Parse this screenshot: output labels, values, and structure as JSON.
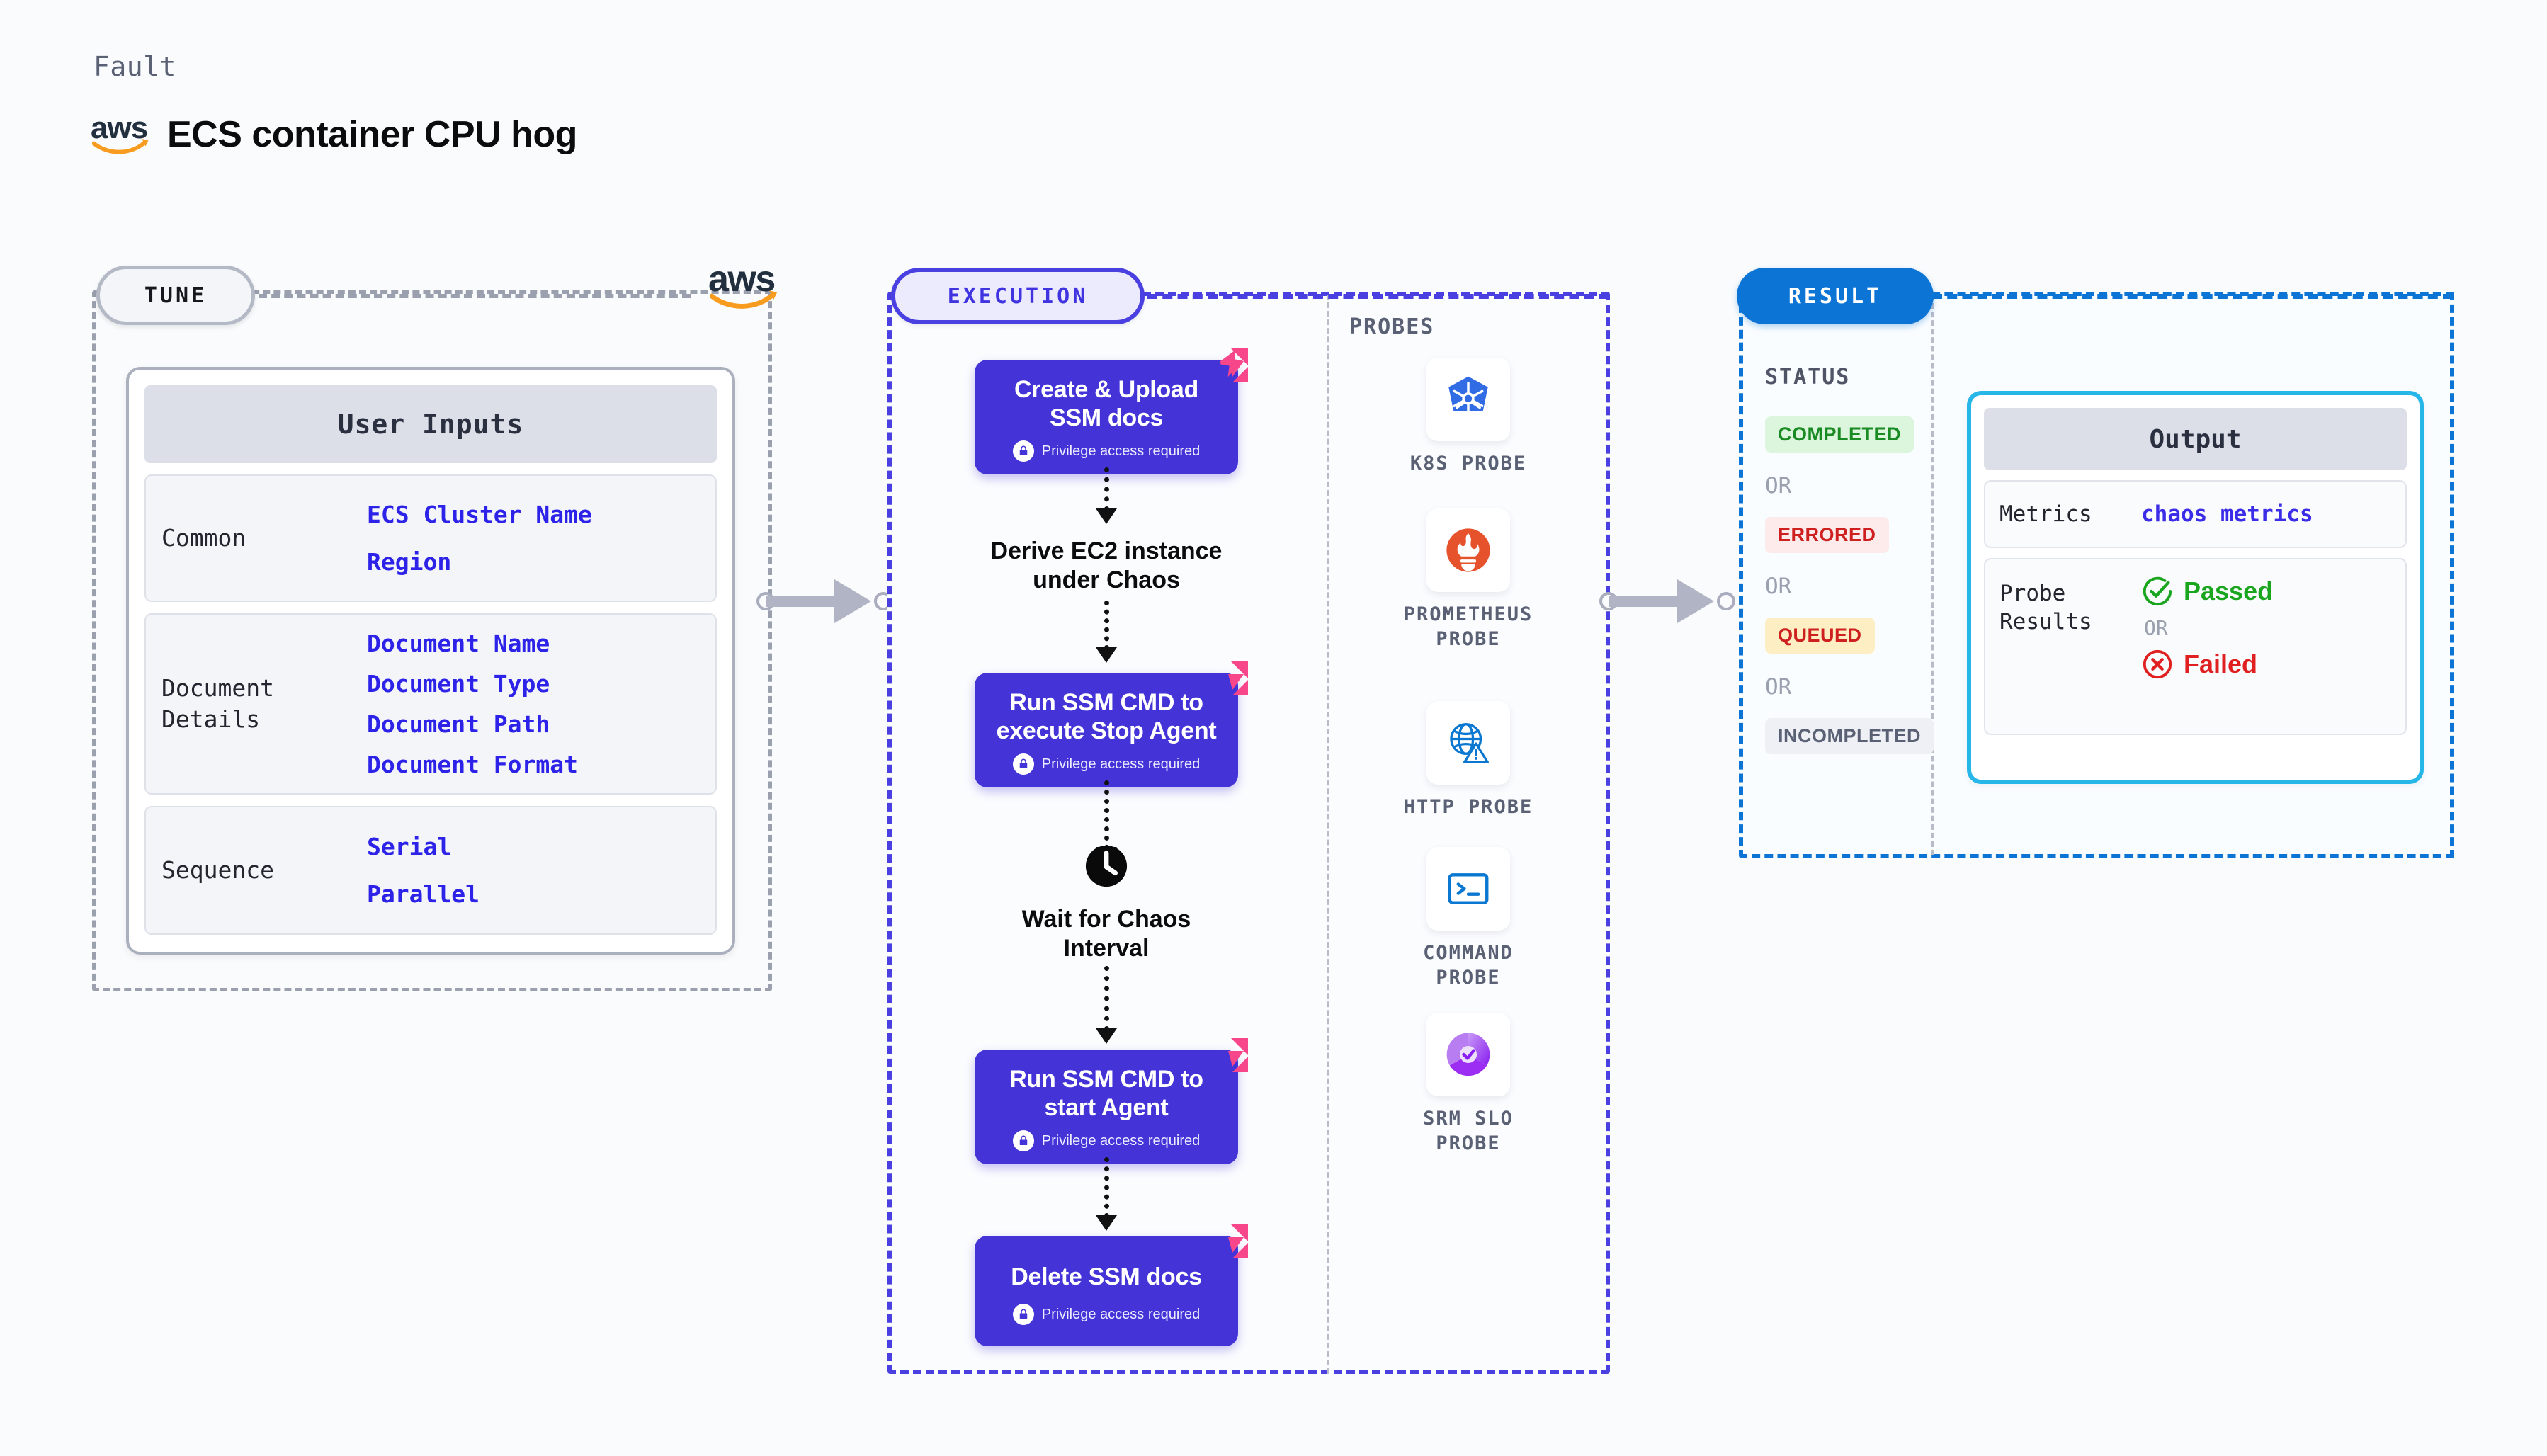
{
  "header": {
    "eyebrow": "Fault",
    "brand_icon": "aws-logo",
    "brand_text": "aws",
    "title": "ECS container CPU hog"
  },
  "tune": {
    "badge": "TUNE",
    "brand_icon": "aws-logo",
    "brand_text": "aws",
    "card_title": "User Inputs",
    "sections": [
      {
        "key": "Common",
        "values": [
          "ECS Cluster Name",
          "Region"
        ]
      },
      {
        "key": "Document\nDetails",
        "values": [
          "Document Name",
          "Document Type",
          "Document Path",
          "Document Format"
        ]
      },
      {
        "key": "Sequence",
        "values": [
          "Serial",
          "Parallel"
        ]
      }
    ]
  },
  "execution": {
    "badge": "EXECUTION",
    "privilege_note": "Privilege access required",
    "steps": [
      {
        "type": "task",
        "label": "Create & Upload\nSSM docs",
        "privileged": true
      },
      {
        "type": "plain",
        "label": "Derive EC2 instance\nunder Chaos",
        "icon": ""
      },
      {
        "type": "task",
        "label": "Run SSM CMD to\nexecute Stop Agent",
        "privileged": true
      },
      {
        "type": "plain",
        "label": "Wait for Chaos\nInterval",
        "icon": "clock-icon"
      },
      {
        "type": "task",
        "label": "Run SSM CMD to\nstart Agent",
        "privileged": true
      },
      {
        "type": "task",
        "label": "Delete SSM docs",
        "privileged": true
      }
    ]
  },
  "probes": {
    "title": "PROBES",
    "items": [
      {
        "label": "K8S PROBE",
        "icon": "kubernetes-icon"
      },
      {
        "label": "PROMETHEUS\nPROBE",
        "icon": "prometheus-icon"
      },
      {
        "label": "HTTP PROBE",
        "icon": "http-globe-icon"
      },
      {
        "label": "COMMAND\nPROBE",
        "icon": "terminal-icon"
      },
      {
        "label": "SRM SLO\nPROBE",
        "icon": "srm-slo-icon"
      }
    ]
  },
  "result": {
    "badge": "RESULT",
    "status_title": "STATUS",
    "or_label": "OR",
    "statuses": [
      {
        "label": "COMPLETED",
        "bg": "#dcf5dd",
        "fg": "#1a8a22"
      },
      {
        "label": "ERRORED",
        "bg": "#fdeaea",
        "fg": "#cf2020"
      },
      {
        "label": "QUEUED",
        "bg": "#fdeec4",
        "fg": "#cf2020"
      },
      {
        "label": "INCOMPLETED",
        "bg": "#eef0f5",
        "fg": "#5b6175"
      }
    ],
    "output": {
      "title": "Output",
      "metrics_key": "Metrics",
      "metrics_value": "chaos metrics",
      "probe_key": "Probe\nResults",
      "passed_label": "Passed",
      "failed_label": "Failed",
      "or_label": "OR"
    }
  },
  "colors": {
    "accent_purple": "#4434d8",
    "accent_blue": "#0b74d4",
    "accent_cyan": "#27b6e8",
    "link_blue": "#2c22e8",
    "pink": "#f7468a",
    "pass_green": "#1aa51f",
    "fail_red": "#e02020"
  }
}
